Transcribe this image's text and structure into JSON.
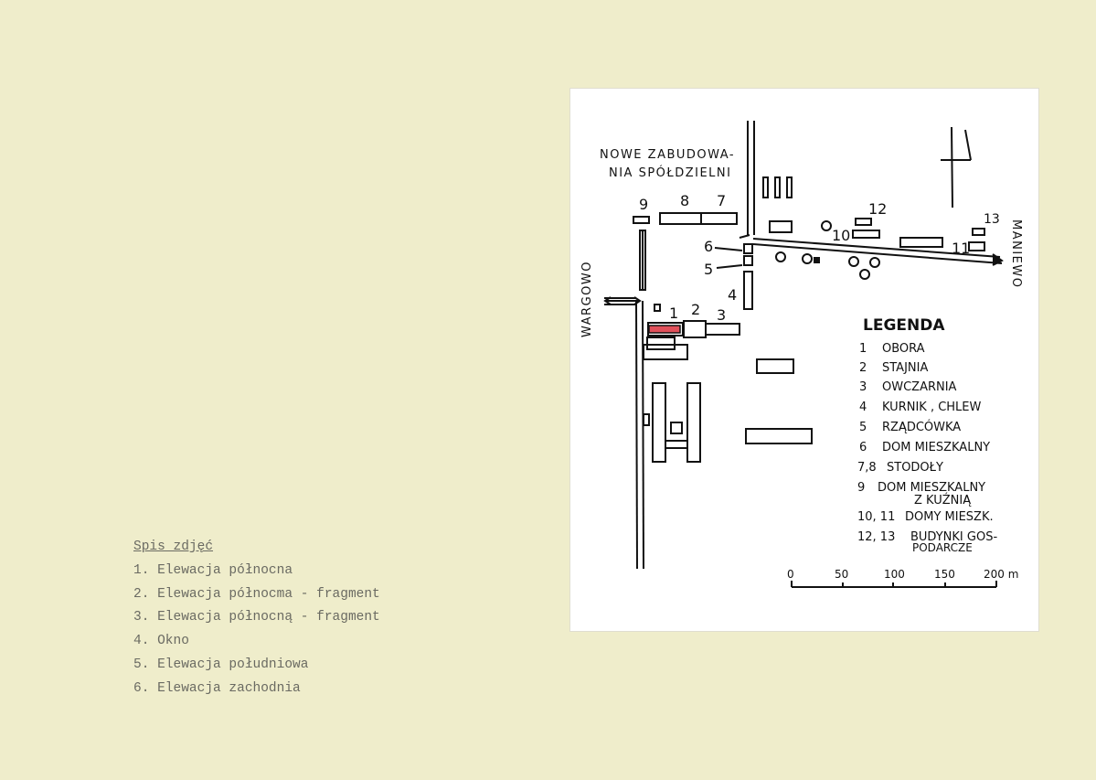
{
  "photo_list": {
    "title": "Spis zdjęć",
    "items": [
      "1. Elewacja północna",
      "2. Elewacja północma - fragment",
      "3. Elewacja północną - fragment",
      "4. Okno",
      "5. Elewacja południowa",
      "6. Elewacja zachodnia"
    ]
  },
  "map": {
    "header_line1": "NOWE ZABUDOWA-",
    "header_line2": "NIA SPÓŁDZIELNI",
    "west_road": "WARGOWO",
    "east_road": "MANIEWO",
    "building_numbers": {
      "n1": "1",
      "n2": "2",
      "n3": "3",
      "n4": "4",
      "n5": "5",
      "n6": "6",
      "n7": "7",
      "n8": "8",
      "n9": "9",
      "n10": "10",
      "n11": "11",
      "n12": "12",
      "n13": "13"
    },
    "legend": {
      "title": "LEGENDA",
      "entries": [
        {
          "num": "1",
          "label": "OBORA"
        },
        {
          "num": "2",
          "label": "STAJNIA"
        },
        {
          "num": "3",
          "label": "OWCZARNIA"
        },
        {
          "num": "4",
          "label": "KURNIK , CHLEW"
        },
        {
          "num": "5",
          "label": "RZĄDCÓWKA"
        },
        {
          "num": "6",
          "label": "DOM MIESZKALNY"
        },
        {
          "num": "7,8",
          "label": "STODOŁY"
        },
        {
          "num": "9",
          "label": "DOM MIESZKALNY",
          "label2": "Z KUŹNIĄ"
        },
        {
          "num": "10, 11",
          "label": "DOMY MIESZK."
        },
        {
          "num": "12, 13",
          "label": "BUDYNKI GOS-",
          "label2": "PODARCZE"
        }
      ]
    },
    "scale": {
      "ticks": [
        "0",
        "50",
        "100",
        "150",
        "200 m"
      ]
    },
    "highlight_color": "#e0505a",
    "ink_color": "#111111"
  }
}
